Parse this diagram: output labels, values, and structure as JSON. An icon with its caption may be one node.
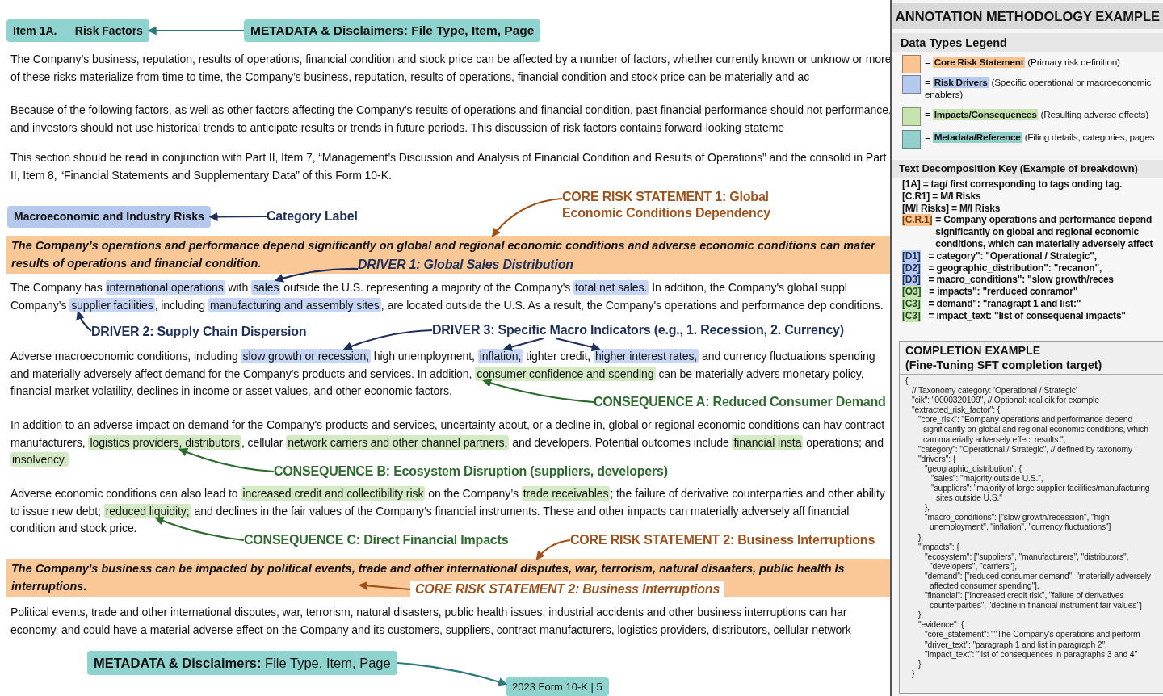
{
  "diagram": {
    "nodes": [
      {
        "text": [
          "Item 1A.",
          "Risk Factors"
        ]
      },
      {
        "text": [
          "METADATA & Disclaimers: File Type, Item, Page"
        ]
      },
      {
        "text": [
          "Macroeconomic and Industry Risks"
        ]
      },
      {
        "text": [
          "Category Label"
        ]
      },
      {
        "text": [
          "CORE RISK STATEMENT 1: Global Economic Conditions Dependency"
        ]
      },
      {
        "text": [
          "The Company’s operations and performance depend significantly on global and regional economic conditions and adverse economic conditions can mater results of operations and financial condition."
        ]
      },
      {
        "text": [
          "DRIVER 1: Global Sales Distribution"
        ],
        "in": 5
      },
      {
        "text": [
          "international operations"
        ]
      },
      {
        "text": [
          "sales"
        ]
      },
      {
        "text": [
          "total net sales."
        ]
      },
      {
        "text": [
          "supplier facilities"
        ]
      },
      {
        "text": [
          "manufacturing and assembly sites"
        ]
      },
      {
        "text": [
          "DRIVER 2: Supply Chain Dispersion"
        ]
      },
      {
        "text": [
          "DRIVER 3: Specific Macro Indicators (e.g., 1. Recession, 2. Currency)"
        ]
      },
      {
        "text": [
          "slow growth or recession,"
        ]
      },
      {
        "text": [
          "inflation,"
        ]
      },
      {
        "text": [
          "higher interest rates,"
        ]
      },
      {
        "text": [
          "consumer confidence and spending"
        ]
      },
      {
        "text": [
          "CONSEQUENCE A: Reduced Consumer Demand"
        ]
      },
      {
        "text": [
          "logistics providers, distributors"
        ]
      },
      {
        "text": [
          "network carriers and other channel partners,"
        ]
      },
      {
        "text": [
          "financial insta"
        ]
      },
      {
        "text": [
          "insolvency."
        ]
      },
      {
        "text": [
          "CONSEQUENCE B: Ecosystem Disruption (suppliers, developers)"
        ]
      },
      {
        "text": [
          "increased credit and collectibility risk"
        ]
      },
      {
        "text": [
          "trade receivables"
        ]
      },
      {
        "text": [
          "reduced liquidity;"
        ]
      },
      {
        "text": [
          "CONSEQUENCE C: Direct Financial Impacts"
        ]
      },
      {
        "text": [
          "CORE RISK STATEMENT 2: Business Interruptions"
        ]
      },
      {
        "text": [
          "The Company's business can be impacted by political events, trade and other international disputes, war, terrorism, natural disaaters, public health Is interruptions."
        ]
      },
      {
        "text": [
          "CORE RISK STATEMENT 2: Business Interruptions"
        ],
        "in": 29
      },
      {
        "text": [
          "**METADATA & Disclaimers:** File Type, Item, Page"
        ]
      },
      {
        "text": [
          "2023 Form 10-K | 5"
        ]
      }
    ],
    "edges": [
      {
        "from": 1,
        "to": 0,
        "arrow": "to",
        "color": "#2a7a7e"
      },
      {
        "from": 3,
        "to": 2,
        "arrow": "to"
      },
      {
        "from": 4,
        "to": 5,
        "arrow": "to",
        "color": "#a0521b"
      },
      {
        "from": 6,
        "to": 8,
        "arrow": "to"
      },
      {
        "from": 12,
        "to": 10,
        "arrow": "to"
      },
      {
        "from": 13,
        "to": 14,
        "arrow": "to"
      },
      {
        "from": 13,
        "to": 15,
        "arrow": "to"
      },
      {
        "from": 13,
        "to": 16,
        "arrow": "to"
      },
      {
        "from": 18,
        "to": 17,
        "arrow": "to",
        "color": "#2e6b2e"
      },
      {
        "from": 23,
        "to": 19,
        "arrow": "to",
        "color": "#2e6b2e"
      },
      {
        "from": 27,
        "to": 26,
        "arrow": "to",
        "color": "#2e6b2e"
      },
      {
        "from": 28,
        "to": 29,
        "arrow": "to",
        "color": "#a0521b"
      },
      {
        "from": 30,
        "to": 29,
        "arrow": "to",
        "color": "#a0521b"
      },
      {
        "from": 31,
        "to": 32,
        "arrow": "to",
        "color": "#2a7a7e"
      }
    ],
    "labels": [
      "The Company’s business, reputation, results of operations, financial condition and stock price can be affected by a number of factors, whether currently known or unknow or more of these risks materialize from time to time, the Company’s business, reputation, results of operations, financial condition and stock price can be materially and ac",
      "Because of the following factors, as well as other factors affecting the Company’s results of operations and financial condition, past financial performance should not performance, and investors should not use historical trends to anticipate results or trends in future periods. This discussion of risk factors contains forward-looking stateme",
      "This section should be read in conjunction with Part II, Item 7, “Management’s Discussion and Analysis of Financial Condition and Results of Operations” and the consolid in Part II, Item 8, “Financial Statements and Supplementary Data” of this Form 10-K.",
      "The Company has",
      "with",
      "outside the U.S. representing a majority of the Company's",
      "In addition, the Company's global suppl Company’s",
      ", including",
      ", are located outside the U.S. As a result, the Company's operations and performance dep conditions.",
      "Adverse macroeconomic conditions, including",
      "high unemployment,",
      "tighter credit,",
      "and currency fluctuations spending and materially adversely affect demand for the Company's products and services. In addition,",
      "can be materially advers monetary policy, financial market volatility, declines in income or asset values, and other economic factors.",
      "In addition to an adverse impact on demand for the Company's products and services, uncertainty about, or a decline in, global or regional economic conditions can hav contract manufacturers,",
      ", cellular",
      "and developers. Potential outcomes include",
      "operations; and",
      "Adverse economic conditions can also lead to",
      "on the Company’s",
      "; the failure of derivative counterparties and other ability to issue new debt;",
      "and declines in the fair values of the Company’s financial instruments. These and other impacts can materially adversely aff financial condition and stock price.",
      "Political events, trade and other international disputes, war, terrorism, natural disasters, public health issues, industrial accidents and other business interruptions can har economy, and could have a material adverse effect on the Company and its customers, suppliers, contract manufacturers, logistics providers, distributors, cellular network",
      "ANNOTATION METHODOLOGY EXAMPLE",
      "Data Types Legend",
      "Text Decomposition Key (Example of breakdown)",
      "[1A] = tag/ first corresponding to tags onding tag.",
      "[C.R1] = M/I Risks",
      "[M/I Risks] = M/I Risks",
      "[C.R.1]",
      "= Company operations and performance depend significantly on global and regional economic conditions, which can materially adversely affect",
      "[D1]",
      "= category\": \"Operational / Strategic\",",
      "[D2]",
      "= geographic_distribution\": \"recanon\",",
      "[D3]",
      "= macro_conditions\": \"slow growth/reces",
      "[O3]",
      "= impacts\": \"rerduced conramor\"",
      "[C3]",
      "= demand\": \"ranagrapt 1 and list:\"",
      "[C3]",
      "= impact_text: \"list of consequenal impacts\"",
      "COMPLETION EXAMPLE",
      "(Fine-Tuning SFT completion target)",
      "{",
      "// Taxonomy category: 'Operational / Strategic'",
      "\"cik\": \"0000320109\", // Optional: real cik for example",
      "\"extracted_risk_factor\": {",
      "\"core_risk\": \"Eompany operations and performance depend significantly on global and regional economic conditions, which can materially adversely effect results.\",",
      "\"category\": \"Operational / Strategic\", // defined by taxonomy",
      "\"drivers\": {",
      "\"geographic_distribution\": {",
      "\"sales\": \"majority outside U.S.\",",
      "\"suppliers\": \"majority of large supplier facilities/manufacturing sites outside U.S.\"",
      "},",
      "\"macro_conditions\": [\"slow growth/recession\", \"high unemployment\", \"inflation\", \"currency fluctuations\"]",
      "},",
      "\"impacts\": {",
      "\"ecosystem\": [\"suppliers\", \"manufacturers\", \"distributors\", \"developers\", \"carriers\"],",
      "\"demand\": [\"reduced consumer demand\", \"materially adversely affected consumer spending\"],",
      "\"financial\": [\"increased credit risk\", \"failure of derivatives counterparties\", \"decline in financial instrument fair values\"]",
      "},",
      "\"evidence\": {",
      "\"core_statement\": \"\"The Company's operations and perform",
      "\"driver_text\": \"paragraph 1 and list in paragraph 2\",",
      "\"impact_text\": \"list of consequences in paragraphs 3 and 4\"",
      "}",
      "}"
    ],
    "legend": [
      {
        "text": "= **Core Risk Statement** (Primary risk definition)",
        "color": "#f9c48f"
      },
      {
        "text": "= **Risk Drivers** (Specific operational or macroeconomic enablers)",
        "color": "#b5c9ee"
      },
      {
        "text": "= **Impacts/Consequences** (Resulting adverse effects)",
        "color": "#c6e3b0"
      },
      {
        "text": "= **Metadata/Reference** (Filing details, categories, pages",
        "color": "#93d0cb"
      }
    ]
  }
}
